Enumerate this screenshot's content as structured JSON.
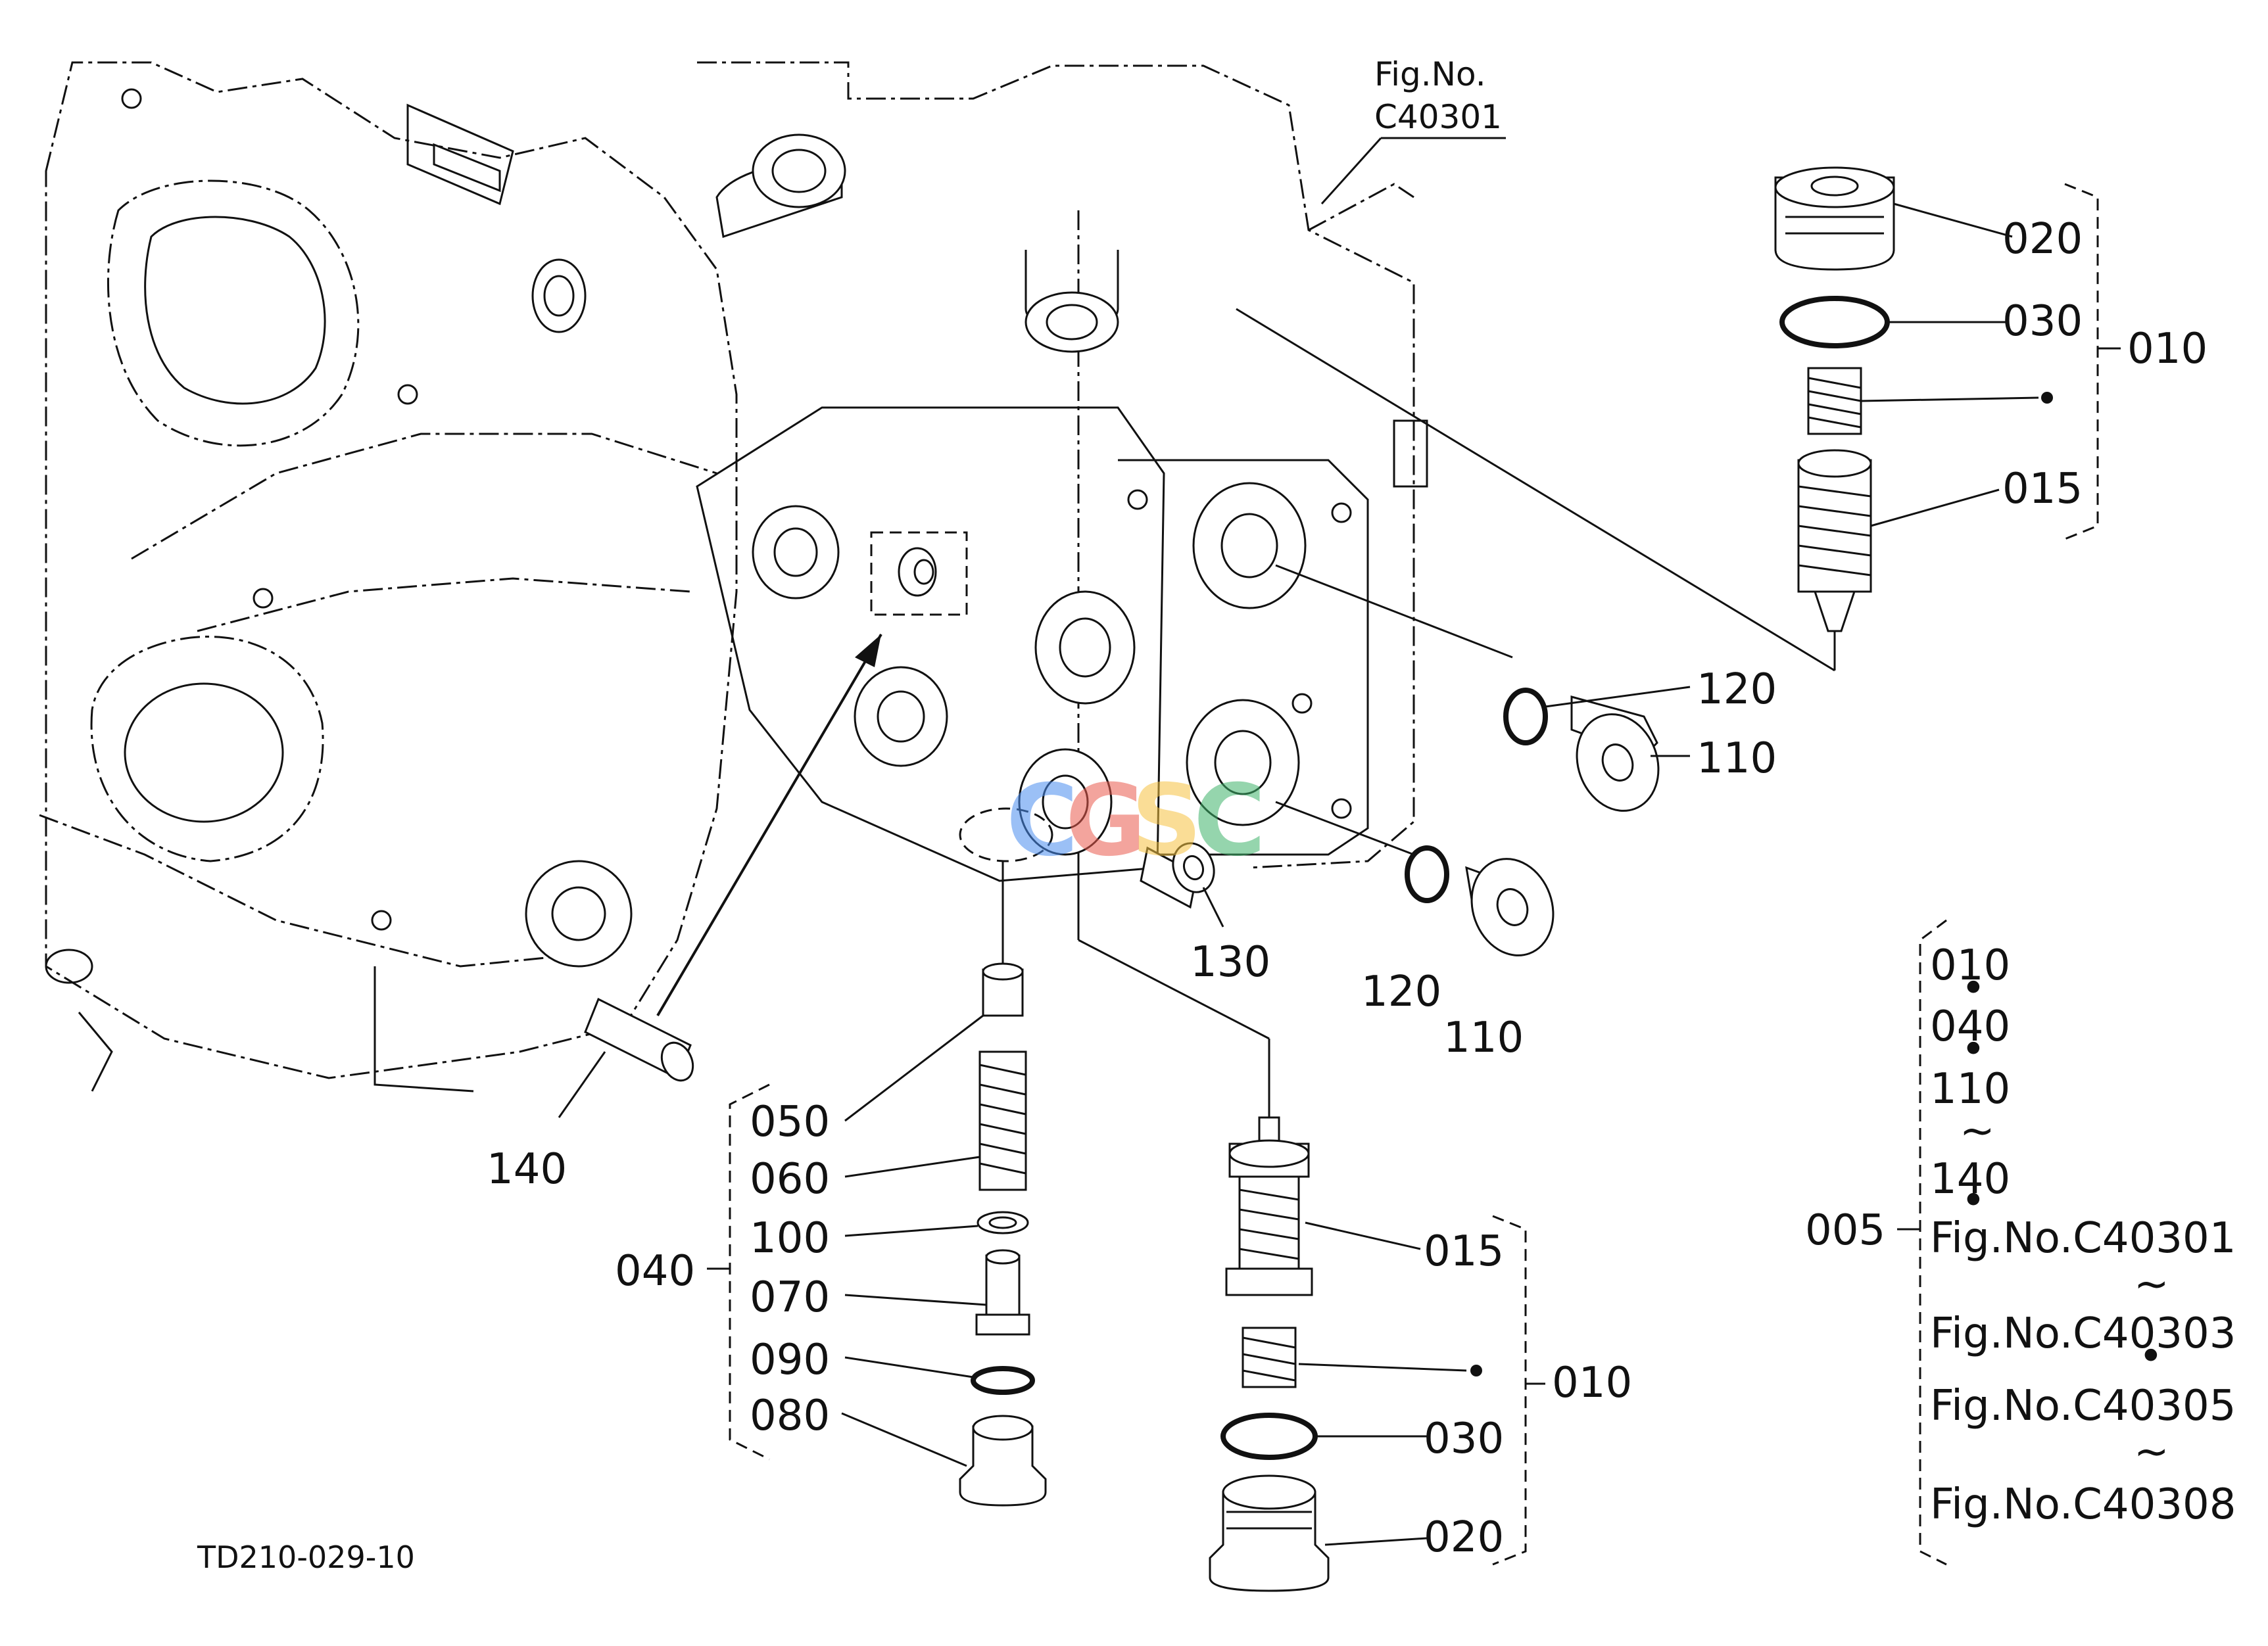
{
  "figure": {
    "fig_ref_label": "Fig.No.",
    "fig_ref_number": "C40301",
    "drawing_code": "TD210-029-10"
  },
  "watermark": {
    "letters": [
      "C",
      "G",
      "S",
      "C"
    ],
    "colors": [
      "#4a8df0",
      "#ea5a4e",
      "#f6c342",
      "#3fb36b"
    ]
  },
  "callouts": {
    "upper_assembly": {
      "p020": "020",
      "p030": "030",
      "p015": "015",
      "group": "010"
    },
    "body_parts": {
      "p120_a": "120",
      "p110_a": "110",
      "p120_b": "120",
      "p110_b": "110",
      "p130": "130",
      "p140": "140"
    },
    "valve_040": {
      "group": "040",
      "p050": "050",
      "p060": "060",
      "p100": "100",
      "p070": "070",
      "p090": "090",
      "p080": "080"
    },
    "lower_assembly": {
      "p015": "015",
      "group": "010",
      "p030": "030",
      "p020": "020"
    }
  },
  "assembly_summary": {
    "group": "005",
    "entries": [
      "010",
      "040",
      "110",
      "140"
    ],
    "fig_entries": [
      "Fig.No.C40301",
      "Fig.No.C40303",
      "Fig.No.C40305",
      "Fig.No.C40308"
    ],
    "range_mark": "~",
    "list_dot": "•"
  }
}
